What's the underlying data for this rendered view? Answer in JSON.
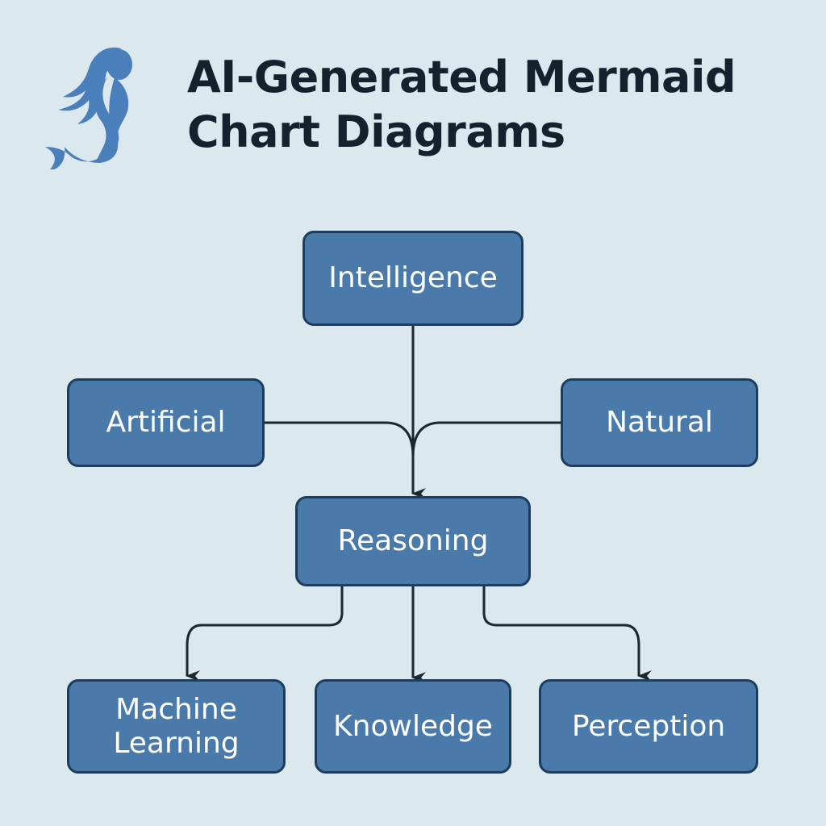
{
  "title": {
    "line1": "AI-Generated Mermaid",
    "line2": "Chart Diagrams"
  },
  "logo": {
    "icon": "mermaid-icon",
    "color": "#4a7fbc"
  },
  "colors": {
    "background": "#dbe9ee",
    "node_fill": "#4a7aa9",
    "node_border": "#1d3d5e",
    "node_text": "#ffffff",
    "edge": "#1d2630",
    "title_text": "#15222e"
  },
  "diagram": {
    "type": "flowchart",
    "nodes": {
      "intelligence": "Intelligence",
      "artificial": "Artificial",
      "natural": "Natural",
      "reasoning": "Reasoning",
      "machine_learning": "Machine\nLearning",
      "knowledge": "Knowledge",
      "perception": "Perception"
    },
    "edges": [
      [
        "Intelligence",
        "Reasoning"
      ],
      [
        "Artificial",
        "Reasoning"
      ],
      [
        "Natural",
        "Reasoning"
      ],
      [
        "Reasoning",
        "Machine Learning"
      ],
      [
        "Reasoning",
        "Knowledge"
      ],
      [
        "Reasoning",
        "Perception"
      ]
    ]
  }
}
